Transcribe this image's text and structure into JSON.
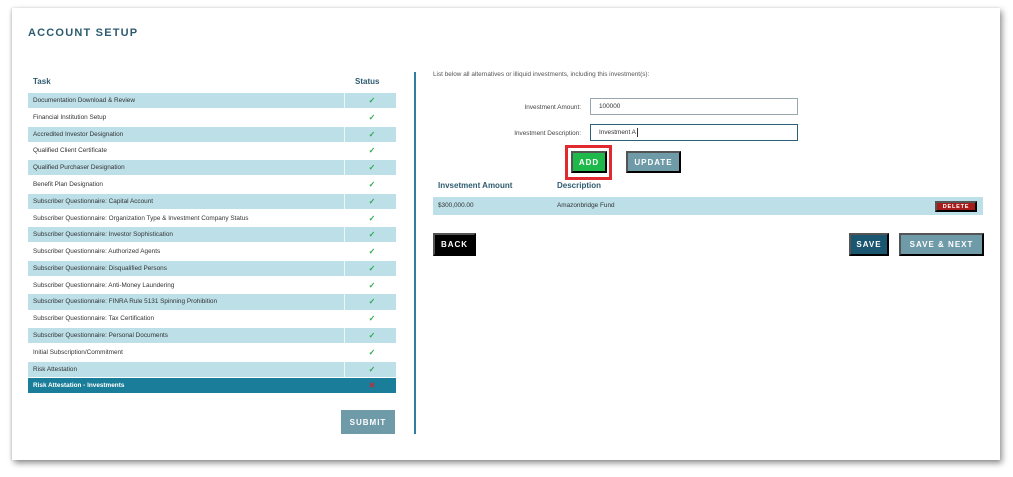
{
  "page": {
    "title": "ACCOUNT SETUP"
  },
  "tasks": {
    "header_task": "Task",
    "header_status": "Status",
    "items": [
      {
        "label": "Documentation Download & Review",
        "status": "✓"
      },
      {
        "label": "Financial Institution Setup",
        "status": "✓"
      },
      {
        "label": "Accredited Investor Designation",
        "status": "✓"
      },
      {
        "label": "Qualified Client Certificate",
        "status": "✓"
      },
      {
        "label": "Qualified Purchaser Designation",
        "status": "✓"
      },
      {
        "label": "Benefit Plan Designation",
        "status": "✓"
      },
      {
        "label": "Subscriber Questionnaire: Capital Account",
        "status": "✓"
      },
      {
        "label": "Subscriber Questionnaire: Organization Type & Investment Company Status",
        "status": "✓"
      },
      {
        "label": "Subscriber Questionnaire: Investor Sophistication",
        "status": "✓"
      },
      {
        "label": "Subscriber Questionnaire: Authorized Agents",
        "status": "✓"
      },
      {
        "label": "Subscriber Questionnaire: Disqualified Persons",
        "status": "✓"
      },
      {
        "label": "Subscriber Questionnaire: Anti-Money Laundering",
        "status": "✓"
      },
      {
        "label": "Subscriber Questionnaire: FINRA Rule 5131 Spinning Prohibition",
        "status": "✓"
      },
      {
        "label": "Subscriber Questionnaire: Tax Certification",
        "status": "✓"
      },
      {
        "label": "Subscriber Questionnaire: Personal Documents",
        "status": "✓"
      },
      {
        "label": "Initial Subscription/Commitment",
        "status": "✓"
      },
      {
        "label": "Risk Attestation",
        "status": "✓"
      },
      {
        "label": "Risk Attestation - Investments",
        "status": "✕"
      }
    ],
    "submit_label": "SUBMIT"
  },
  "form": {
    "instructions": "List below all alternatives or illiquid investments, including this investment(s):",
    "amount_label": "Investment Amount:",
    "amount_value": "100000",
    "description_label": "Investment Description:",
    "description_value": "Investment A",
    "add_label": "ADD",
    "update_label": "UPDATE"
  },
  "investments": {
    "header_amount": "Invsetment Amount",
    "header_description": "Description",
    "rows": [
      {
        "amount": "$300,000.00",
        "description": "Amazonbridge Fund",
        "delete_label": "DELETE"
      }
    ]
  },
  "actions": {
    "back_label": "BACK",
    "save_label": "SAVE",
    "save_next_label": "SAVE & NEXT"
  },
  "colors": {
    "accent": "#1a7d99",
    "heading": "#2d5b70",
    "check": "#2fa84f",
    "cross": "#d9222a",
    "add_button": "#1fb84a",
    "highlight": "#e12a2f"
  }
}
